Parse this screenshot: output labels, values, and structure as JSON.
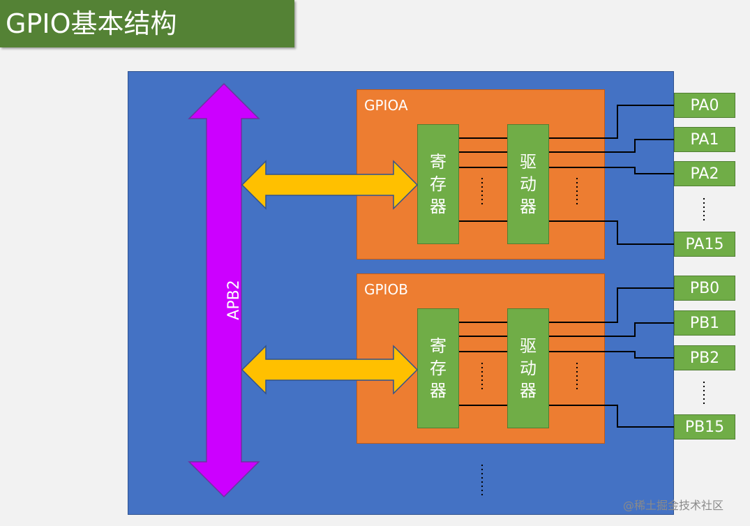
{
  "title": "GPIO基本结构",
  "bus": {
    "label": "APB2"
  },
  "ports": [
    {
      "name": "GPIOA",
      "register_label": "寄存器",
      "driver_label": "驱动器",
      "pins": [
        "PA0",
        "PA1",
        "PA2",
        "PA15"
      ]
    },
    {
      "name": "GPIOB",
      "register_label": "寄存器",
      "driver_label": "驱动器",
      "pins": [
        "PB0",
        "PB1",
        "PB2",
        "PB15"
      ]
    }
  ],
  "watermark": "@稀土掘金技术社区",
  "colors": {
    "background": "#f2f2f2",
    "title_bar": "#548235",
    "chip": "#4472c4",
    "port": "#ed7d31",
    "block": "#70ad47",
    "bus_arrow": "#cc00ff",
    "data_arrow": "#ffc000"
  }
}
